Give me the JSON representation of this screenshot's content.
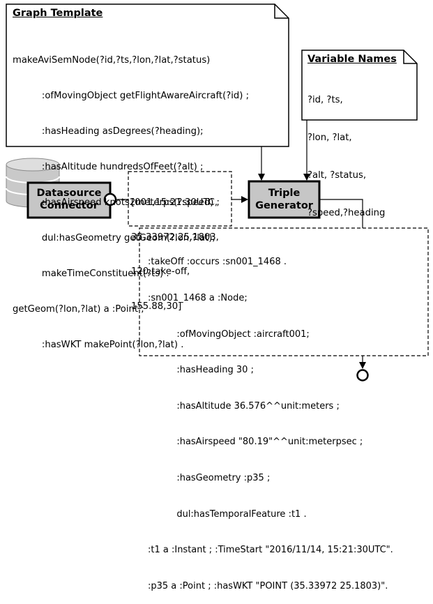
{
  "graph_template": {
    "title": "Graph Template",
    "lines": [
      "makeAviSemNode(?id,?ts,?lon,?lat,?status)",
      "          :ofMovingObject getFlightAwareAircraft(?id) ;",
      "          :hasHeading asDegrees(?heading);",
      "          :hasAltitude hundredsOfFeet(?alt) ;",
      "          :hasAirspeed knots2meterps(?speed) ;",
      "          dul:hasGeometry getGeom(?lon,?lat);",
      "          makeTimeConstituent(?ts) .",
      "getGeom(?lon,?lat) a :Point ;",
      "          :hasWKT makePoint(?lon,?lat) ."
    ]
  },
  "variable_names": {
    "title": "Variable Names",
    "lines": [
      "?id, ?ts,",
      "?lon, ?lat,",
      "?alt, ?status,",
      "?speed,?heading"
    ]
  },
  "datasource_connector": {
    "line1": "Datasource",
    "line2": "Connector"
  },
  "triple_generator": {
    "line1": "Triple",
    "line2": "Generator"
  },
  "input_record": {
    "lines": [
      "[001,15:21:30UTC,",
      "35.33972,25.1803,",
      "120,take-off,",
      "155.88,30]"
    ]
  },
  "output_triples": {
    "lines": [
      ":takeOff :occurs :sn001_1468 .",
      ":sn001_1468 a :Node;",
      "          :ofMovingObject :aircraft001;",
      "          :hasHeading 30 ;",
      "          :hasAltitude 36.576^^unit:meters ;",
      "          :hasAirspeed \"80.19\"^^unit:meterpsec ;",
      "          :hasGeometry :p35 ;",
      "          dul:hasTemporalFeature :t1 .",
      ":t1 a :Instant ; :TimeStart \"2016/11/14, 15:21:30UTC\".",
      ":p35 a :Point ; :hasWKT \"POINT (35.33972 25.1803)\"."
    ]
  },
  "colors": {
    "box_fill": "#c6c6c6",
    "db_fill": "#c9c9c9",
    "stroke": "#000000"
  },
  "icons": {
    "database": "database-icon",
    "port": "port-circle-icon"
  }
}
